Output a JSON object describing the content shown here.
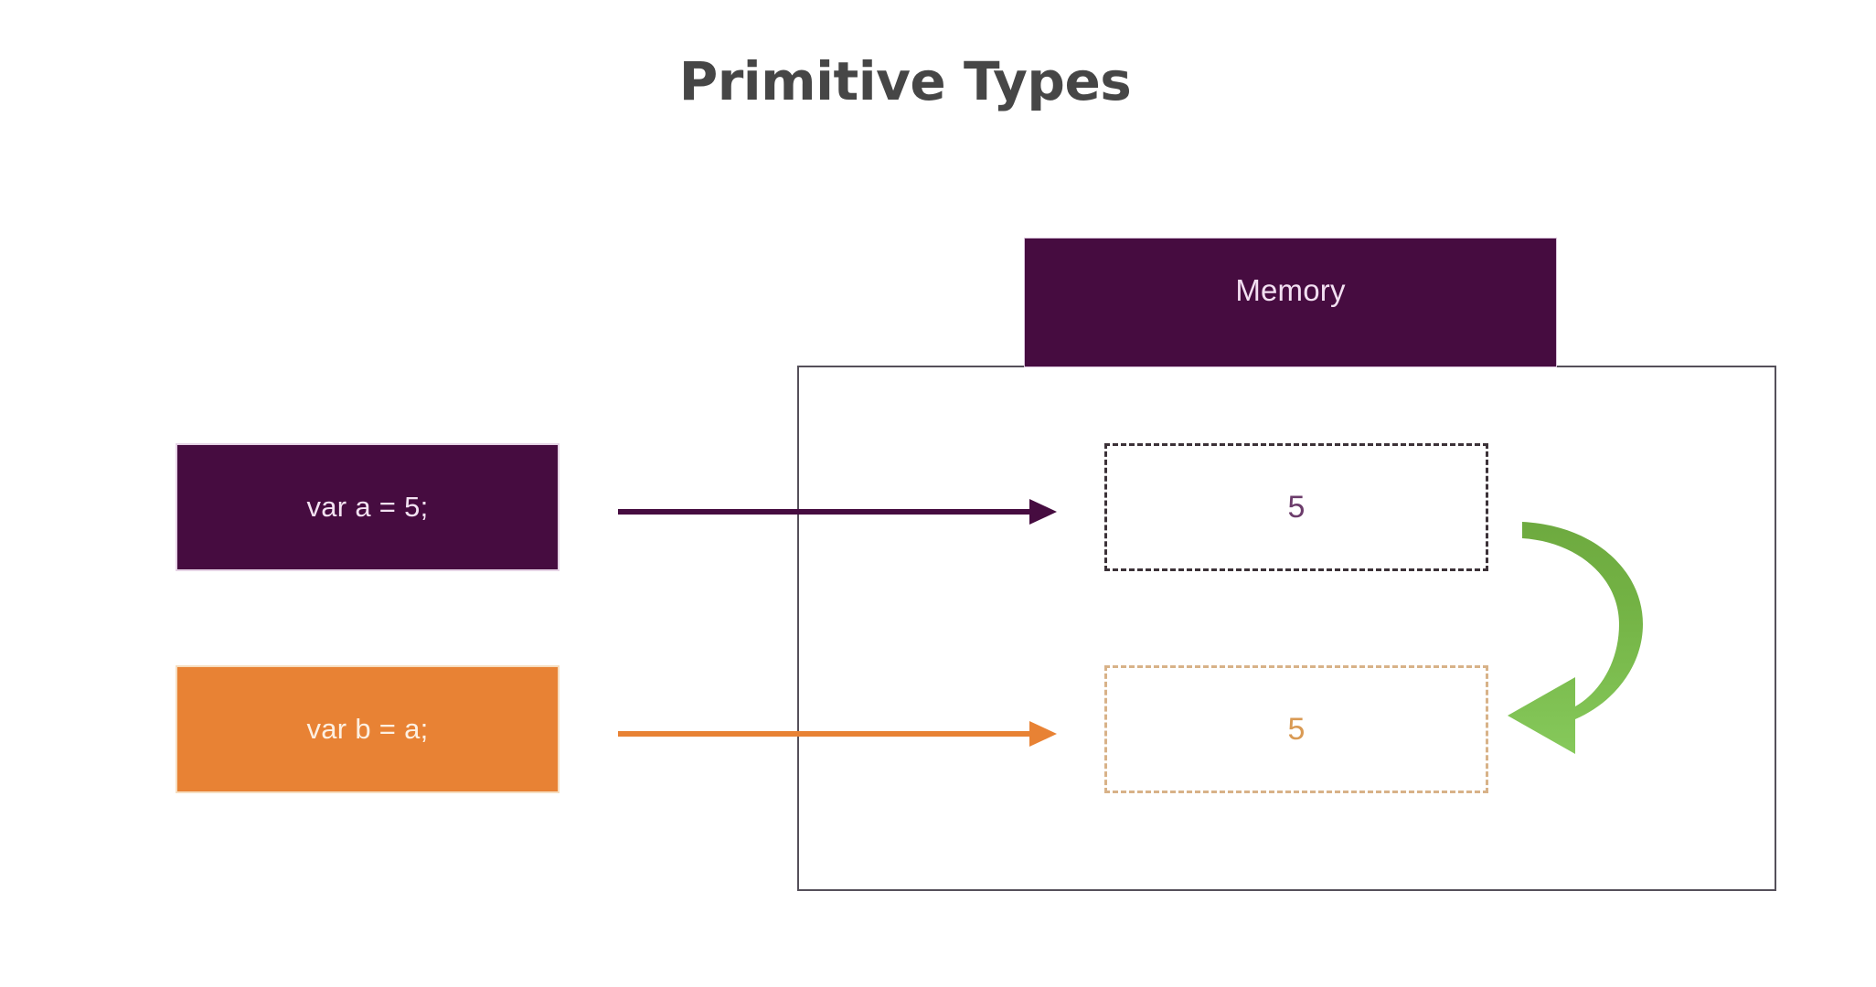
{
  "slide": {
    "title": "Primitive Types",
    "background_color": "#ffffff",
    "title_color": "#464646"
  },
  "memory": {
    "header_label": "Memory",
    "header_bg_color": "#460C40",
    "header_text_color": "#f2dff1",
    "panel_border_color": "#55505a",
    "panel_bg_color": "#ffffff",
    "cells": [
      {
        "id": "memory-cell-a",
        "value": "5",
        "value_color": "#6C3C6B",
        "border_color": "#3c3238",
        "border_style": "dashed"
      },
      {
        "id": "memory-cell-b",
        "value": "5",
        "value_color": "#D99A54",
        "border_color": "#d8b288",
        "border_style": "dashed"
      }
    ]
  },
  "code_boxes": [
    {
      "id": "code-box-a",
      "label": "var a = 5;",
      "bg_color": "#460C40",
      "text_color": "#f3e2f2",
      "border_color": "#e6d4e6"
    },
    {
      "id": "code-box-b",
      "label": "var b = a;",
      "bg_color": "#E88234",
      "text_color": "#fdf0e2",
      "border_color": "#f6ddbf"
    }
  ],
  "arrows": [
    {
      "id": "arrow-a",
      "name": "assignment-arrow-a",
      "color": "#460C40",
      "direction": "right"
    },
    {
      "id": "arrow-b",
      "name": "assignment-arrow-b",
      "color": "#E88234",
      "direction": "right"
    }
  ],
  "copy_arrow": {
    "name": "copy-value-arrow",
    "color_start": "#6DA83F",
    "color_end": "#84C656",
    "direction": "curved-down-left",
    "meaning": "value copied"
  }
}
